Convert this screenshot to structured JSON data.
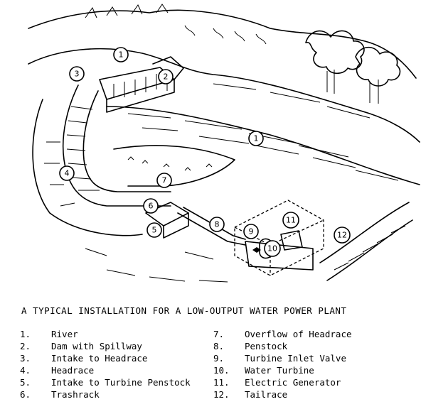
{
  "caption": "A TYPICAL INSTALLATION FOR A LOW-OUTPUT WATER POWER PLANT",
  "callouts": [
    {
      "id": "1",
      "label": "1"
    },
    {
      "id": "1b",
      "label": "1"
    },
    {
      "id": "2",
      "label": "2"
    },
    {
      "id": "3",
      "label": "3"
    },
    {
      "id": "4",
      "label": "4"
    },
    {
      "id": "5",
      "label": "5"
    },
    {
      "id": "6",
      "label": "6"
    },
    {
      "id": "7",
      "label": "7"
    },
    {
      "id": "8",
      "label": "8"
    },
    {
      "id": "9",
      "label": "9"
    },
    {
      "id": "10",
      "label": "10"
    },
    {
      "id": "11",
      "label": "11"
    },
    {
      "id": "12",
      "label": "12"
    }
  ],
  "legend": [
    {
      "num": "1.",
      "text": "River"
    },
    {
      "num": "2.",
      "text": "Dam with Spillway"
    },
    {
      "num": "3.",
      "text": "Intake to Headrace"
    },
    {
      "num": "4.",
      "text": "Headrace"
    },
    {
      "num": "5.",
      "text": "Intake to Turbine Penstock"
    },
    {
      "num": "6.",
      "text": "Trashrack"
    },
    {
      "num": "7.",
      "text": "Overflow of Headrace"
    },
    {
      "num": "8.",
      "text": "Penstock"
    },
    {
      "num": "9.",
      "text": "Turbine Inlet Valve"
    },
    {
      "num": "10.",
      "text": "Water Turbine"
    },
    {
      "num": "11.",
      "text": "Electric Generator"
    },
    {
      "num": "12.",
      "text": "Tailrace"
    }
  ]
}
